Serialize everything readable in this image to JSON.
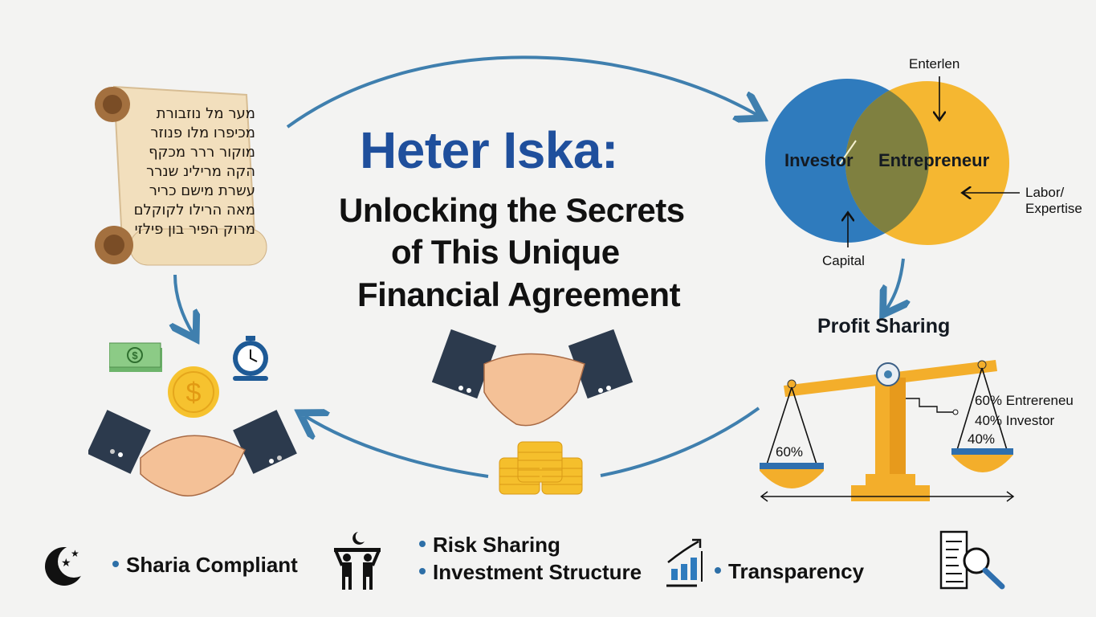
{
  "title": {
    "main": "Heter Iska:",
    "subtitle_lines": [
      "Unlocking the Secrets",
      "of This Unique",
      "Financial Agreement"
    ]
  },
  "scroll": {
    "text_lines": [
      "מער מל נוזבורת",
      "מכיפרו מלו פנוזר",
      "מוקור ררר מכקף",
      "הקה מרילינ שנרר",
      "עשרת מישם כריר",
      "מאה הרילו לקוקלם",
      "מרוק הפיר בון פילזי"
    ]
  },
  "venn": {
    "left_label": "Investor",
    "divider": "/",
    "right_label": "Entrepreneur",
    "top_annotation": "Enterlen",
    "bottom_annotation": "Capital",
    "right_annotation_line1": "Labor/",
    "right_annotation_line2": "Expertise",
    "colors": {
      "investor": "#2f7bbd",
      "entrepreneur": "#f5b731",
      "overlap": "#7f8040"
    }
  },
  "profit_sharing": {
    "heading": "Profit Sharing",
    "left_pan": "60%",
    "right_pan": "40%",
    "legend_line1": "60% Entrereneu",
    "legend_line2": "40% Investor",
    "scale_color": "#f3ae2b"
  },
  "features": {
    "sharia": "Sharia Compliant",
    "risk": "Risk Sharing",
    "investment": "Investment Structure",
    "transparency": "Transparency"
  },
  "icons": {
    "scroll": "scroll-icon",
    "money_bill": "money-bill-icon",
    "coin": "dollar-coin-icon",
    "stopwatch": "stopwatch-icon",
    "handshake_left": "handshake-icon",
    "handshake_center": "handshake-icon",
    "coin_stack": "coin-stack-icon",
    "crescent": "crescent-star-icon",
    "people": "people-lifting-icon",
    "growth_chart": "growth-chart-icon",
    "document_search": "document-search-icon"
  },
  "colors": {
    "background": "#f3f3f2",
    "title_blue": "#1f4f9c",
    "arrow_blue": "#3f7fae",
    "bullet_blue": "#2d6fa7"
  }
}
